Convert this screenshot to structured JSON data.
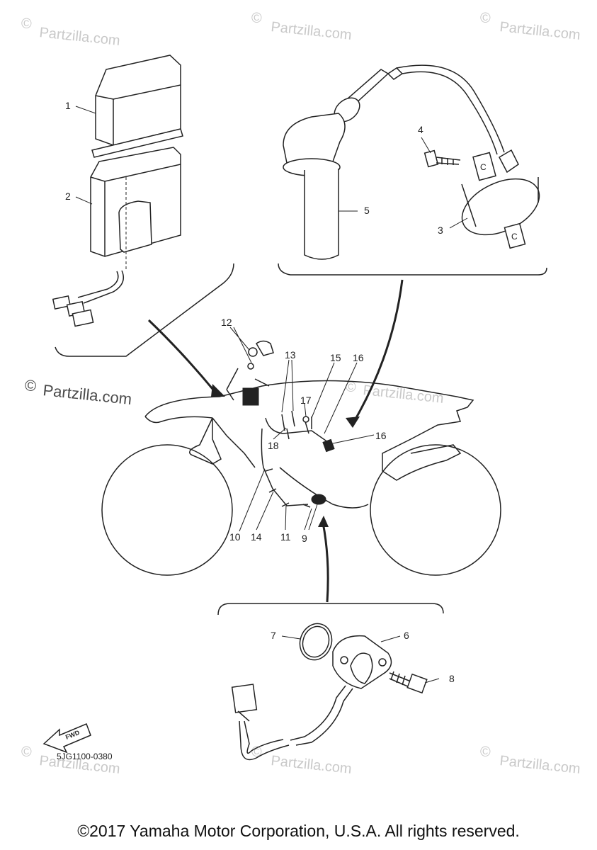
{
  "watermarks": {
    "symbol": "©",
    "text": "Partzilla.com"
  },
  "callouts": {
    "c1": "1",
    "c2": "2",
    "c3": "3",
    "c4": "4",
    "c5": "5",
    "c6": "6",
    "c7": "7",
    "c8": "8",
    "c9": "9",
    "c10": "10",
    "c11": "11",
    "c12": "12",
    "c13": "13",
    "c14": "14",
    "c15": "15",
    "c16a": "16",
    "c16b": "16",
    "c17": "17",
    "c18": "18"
  },
  "coil_marks": {
    "top": "C",
    "bottom": "C"
  },
  "fwd_label": "FWD",
  "part_number": "5JG1100-0380",
  "copyright": "©2017 Yamaha Motor Corporation, U.S.A. All rights reserved."
}
